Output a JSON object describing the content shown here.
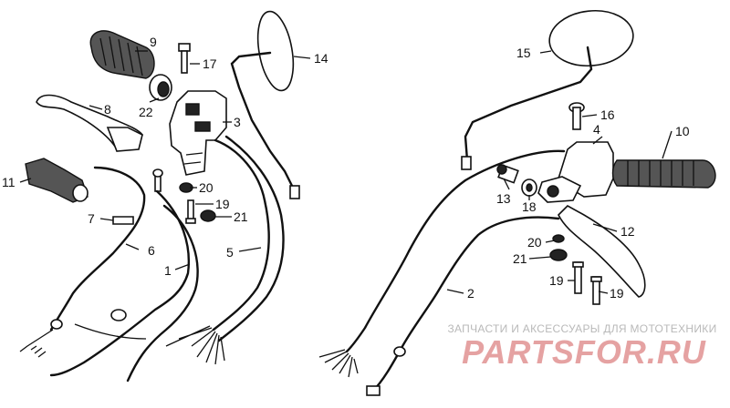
{
  "diagram": {
    "callouts": {
      "c1": "1",
      "c2": "2",
      "c3": "3",
      "c4": "4",
      "c5": "5",
      "c6": "6",
      "c7": "7",
      "c8": "8",
      "c9": "9",
      "c10": "10",
      "c11": "11",
      "c12": "12",
      "c13": "13",
      "c14": "14",
      "c15": "15",
      "c16": "16",
      "c17": "17",
      "c18": "18",
      "c19a": "19",
      "c19b": "19",
      "c19c": "19",
      "c20a": "20",
      "c20b": "20",
      "c21a": "21",
      "c21b": "21",
      "c22": "22"
    }
  },
  "watermark": {
    "tagline": "ЗАПЧАСТИ И АКСЕССУАРЫ ДЛЯ МОТОТЕХНИКИ",
    "logo": "PARTSFOR.RU"
  },
  "colors": {
    "line": "#111111",
    "watermark_text": "#b9b9b9",
    "watermark_logo": "#e5a2a2"
  }
}
